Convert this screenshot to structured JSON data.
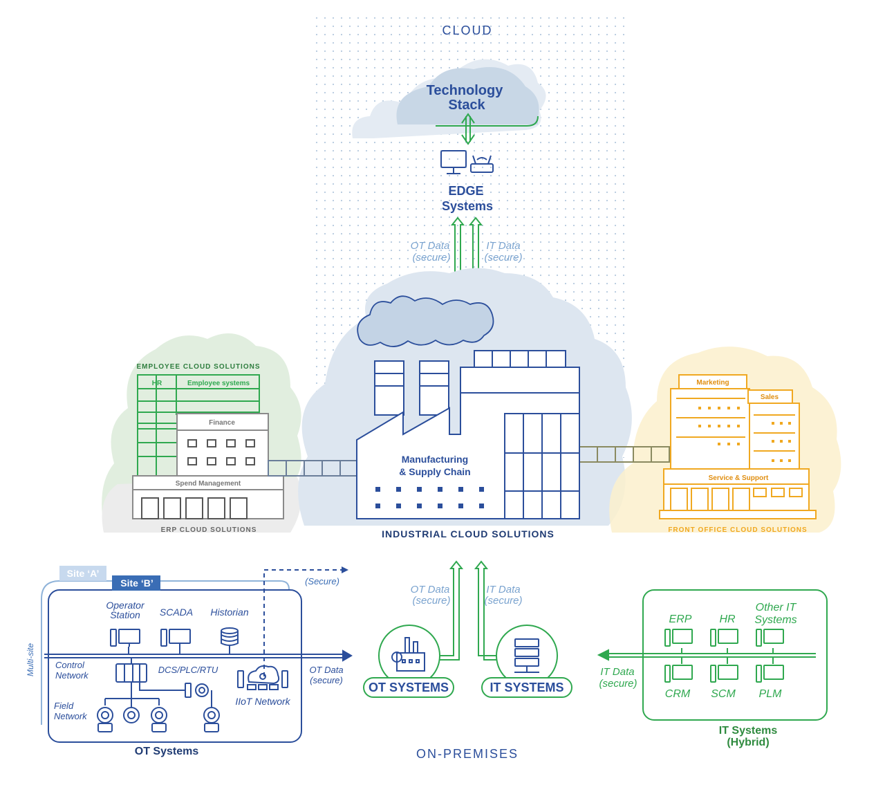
{
  "zones": {
    "cloud": "CLOUD",
    "on_premises": "ON-PREMISES"
  },
  "tech_stack": {
    "line1": "Technology",
    "line2": "Stack"
  },
  "edge": {
    "line1": "EDGE",
    "line2": "Systems"
  },
  "flows": {
    "ot_data": "OT Data",
    "it_data": "IT Data",
    "secure": "(secure)",
    "secure_cap": "(Secure)"
  },
  "erp": {
    "title": "EMPLOYEE CLOUD SOLUTIONS",
    "hr": "HR",
    "employee_systems": "Employee systems",
    "finance": "Finance",
    "spend": "Spend Management",
    "caption": "ERP CLOUD SOLUTIONS"
  },
  "factory": {
    "line1": "Manufacturing",
    "line2": "& Supply Chain",
    "caption": "INDUSTRIAL CLOUD SOLUTIONS"
  },
  "front_office": {
    "marketing": "Marketing",
    "sales": "Sales",
    "service": "Service & Support",
    "caption": "FRONT OFFICE CLOUD SOLUTIONS"
  },
  "ot_panel": {
    "site_a": "Site ‘A’",
    "site_b": "Site ‘B’",
    "operator_1": "Operator",
    "operator_2": "Station",
    "scada": "SCADA",
    "historian": "Historian",
    "control_1": "Control",
    "control_2": "Network",
    "dcs": "DCS/PLC/RTU",
    "field_1": "Field",
    "field_2": "Network",
    "iiot": "IIoT Network",
    "multisite": "Multi-site",
    "title": "OT Systems"
  },
  "center": {
    "ot_badge": "OT SYSTEMS",
    "it_badge": "IT SYSTEMS"
  },
  "it_panel": {
    "erp": "ERP",
    "hr": "HR",
    "other_1": "Other IT",
    "other_2": "Systems",
    "crm": "CRM",
    "scm": "SCM",
    "plm": "PLM",
    "title_1": "IT Systems",
    "title_2": "(Hybrid)"
  },
  "colors": {
    "navy": "#2b4e9b",
    "light_blue": "#7aa3cf",
    "green": "#2fa84f",
    "orange": "#f0a820",
    "gray": "#8a8a8a"
  }
}
